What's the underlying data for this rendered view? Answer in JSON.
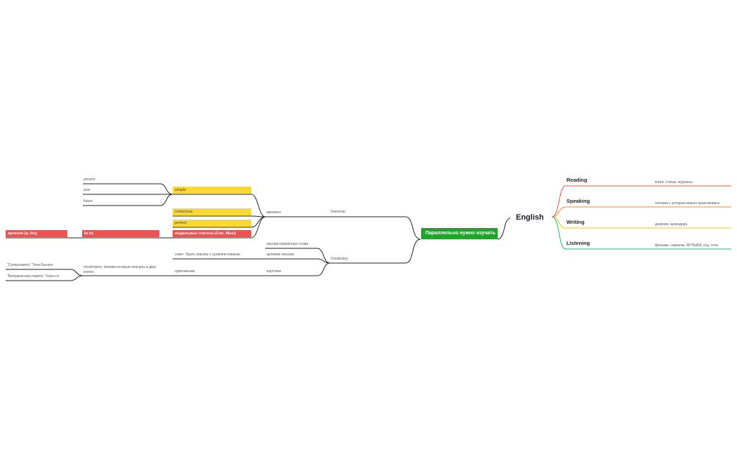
{
  "root": {
    "label": "English"
  },
  "main_topic": {
    "label": "Параллельно нужно изучать"
  },
  "right_branches": [
    {
      "label": "Reading",
      "detail": "книги, статьи, журналы",
      "color": "#e8553a"
    },
    {
      "label": "Speaking",
      "detail": "человек с которым можно практиковать",
      "color": "#f0883e"
    },
    {
      "label": "Writing",
      "detail": "дневник, календарь",
      "color": "#f2c418"
    },
    {
      "label": "Listening",
      "detail": "фильмы, сериалы, МУЗЫКА, соц. сети",
      "color": "#23b47e"
    }
  ],
  "grammar": {
    "label": "Grammar",
    "tenses": {
      "label": "времена"
    },
    "simple": {
      "label": "simple",
      "children": [
        "present",
        "past",
        "future"
      ]
    },
    "continuous": {
      "label": "conturious"
    },
    "perfect": {
      "label": "perfect"
    },
    "modal": {
      "label": "модальные глаголы (Can, Must)"
    },
    "to_be": {
      "label": "to be"
    },
    "articles": {
      "label": "артикли (a, the)"
    }
  },
  "vocabulary": {
    "label": "Vocabulary",
    "common_words": "распространённые слова",
    "target_vocab": "целевая лексика",
    "advice": "совет: брать лексику с уровнем повыше.",
    "cards": "карточки",
    "apps": "приложения",
    "techniques": "посмотреть техники которые описаны в двух книгах",
    "books": [
      "\"Суперпамять\" Тони Бьюзен",
      "\"Безграничная память\" Хорсслэ"
    ]
  },
  "colors": {
    "yellow": "#fcd932",
    "red": "#f05252",
    "green": "#22a32b"
  }
}
